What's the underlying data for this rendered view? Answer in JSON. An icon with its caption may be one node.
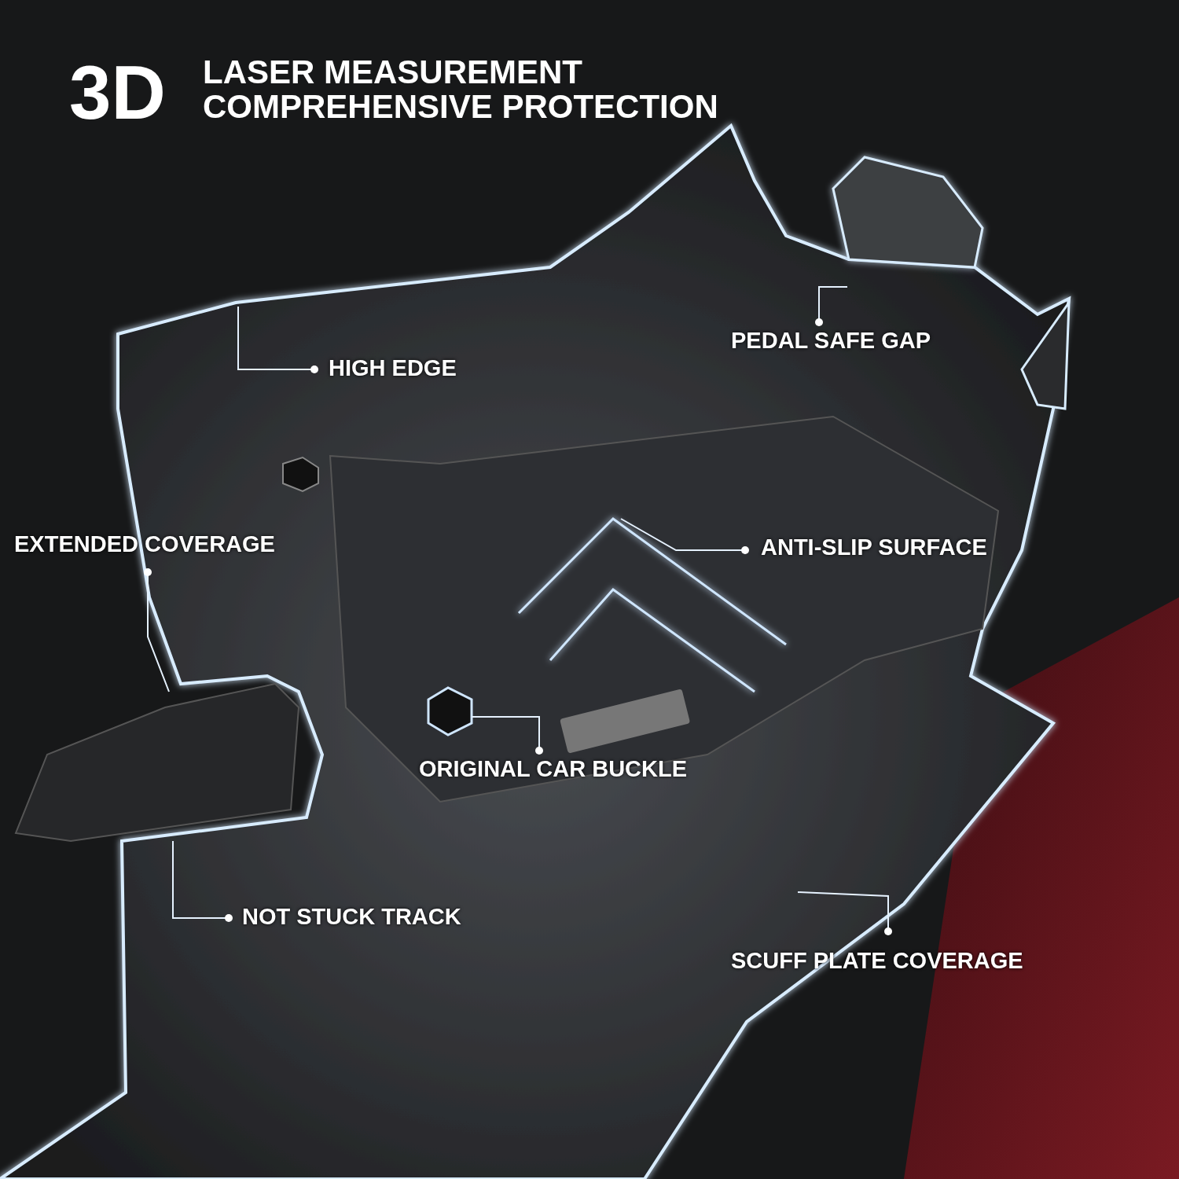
{
  "diagram": {
    "title": "3D",
    "nodes": [
      {
        "text": [
          "PEDAL SAFE GAP"
        ]
      },
      {
        "text": [
          "HIGH EDGE"
        ]
      },
      {
        "text": [
          "EXTENDED COVERAGE"
        ]
      },
      {
        "text": [
          "ANTI-SLIP SURFACE"
        ]
      },
      {
        "text": [
          "ORIGINAL CAR BUCKLE"
        ]
      },
      {
        "text": [
          "NOT STUCK TRACK"
        ]
      },
      {
        "text": [
          "SCUFF PLATE COVERAGE"
        ]
      }
    ],
    "edges": [
      {
        "from": 0,
        "to": null,
        "arrow": "other"
      },
      {
        "from": 1,
        "to": null,
        "arrow": "other"
      },
      {
        "from": 2,
        "to": null,
        "arrow": "other"
      },
      {
        "from": 3,
        "to": null,
        "arrow": "other"
      },
      {
        "from": 4,
        "to": null,
        "arrow": "other"
      },
      {
        "from": 5,
        "to": null,
        "arrow": "other"
      },
      {
        "from": 6,
        "to": null,
        "arrow": "other"
      }
    ],
    "labels": [
      "LASER MEASUREMENT COMPREHENSIVE PROTECTION"
    ]
  }
}
